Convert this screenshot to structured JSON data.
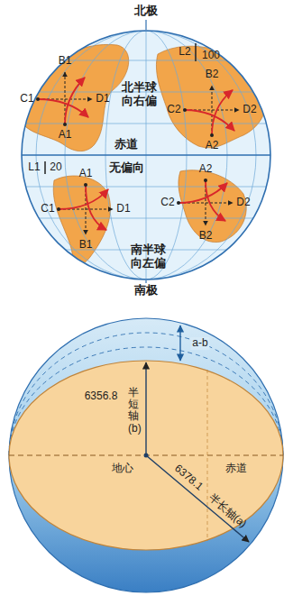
{
  "diagram": {
    "labels": [
      "北极",
      "南极",
      "北半球 向右偏",
      "赤道",
      "无偏向",
      "南半球 向左偏",
      "A1",
      "B1",
      "C1",
      "D1",
      "A2",
      "B2",
      "C2",
      "D2",
      "L1",
      "20",
      "L2",
      "100",
      "A1",
      "B1",
      "C1",
      "D1",
      "A2",
      "B2",
      "C2",
      "D2",
      "a-b",
      "半短轴(b)",
      "6356.8",
      "6378.1",
      "半长轴(a)",
      "地心",
      "赤道"
    ]
  }
}
